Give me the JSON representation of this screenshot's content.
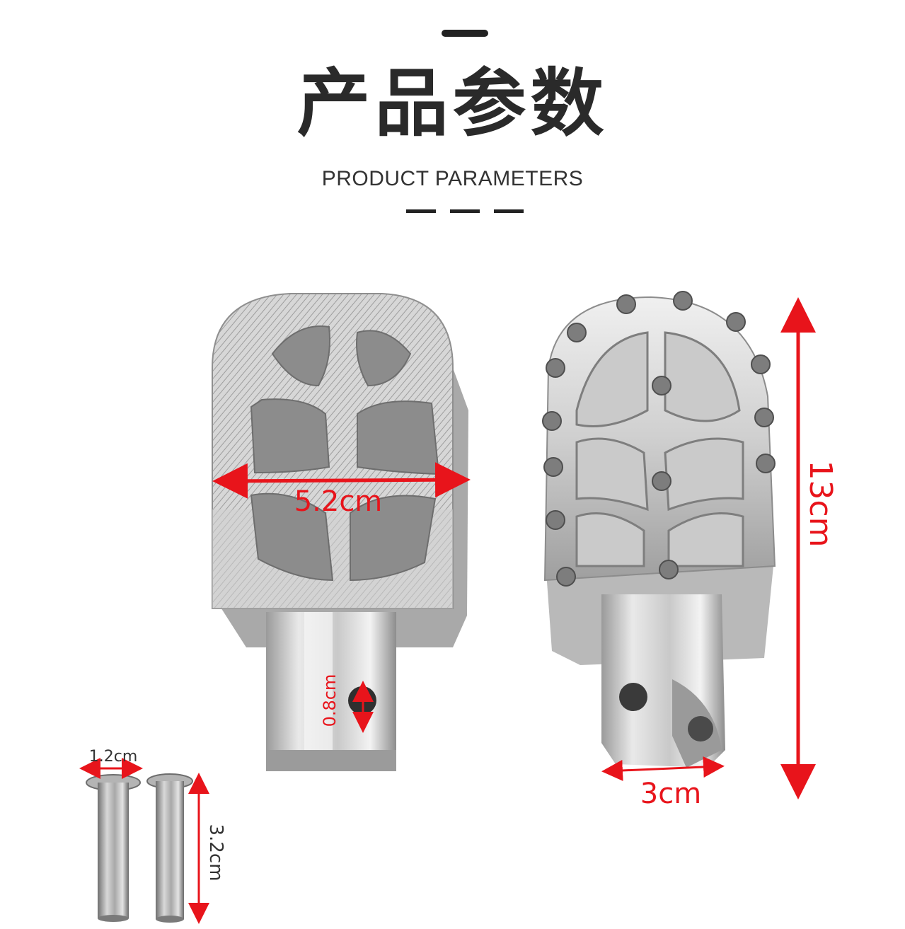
{
  "header": {
    "title_cn": "产品参数",
    "title_en": "PRODUCT PARAMETERS"
  },
  "dimensions": {
    "width_label": "5.2cm",
    "length_label": "13cm",
    "hole_label": "0.8cm",
    "mount_label": "3cm",
    "pin_diameter_label": "1.2cm",
    "pin_length_label": "3.2cm"
  },
  "colors": {
    "dimension": "#e8141b",
    "metal_light": "#e6e6e6",
    "metal_dark": "#8a8a8a",
    "text": "#2a2a2a"
  }
}
